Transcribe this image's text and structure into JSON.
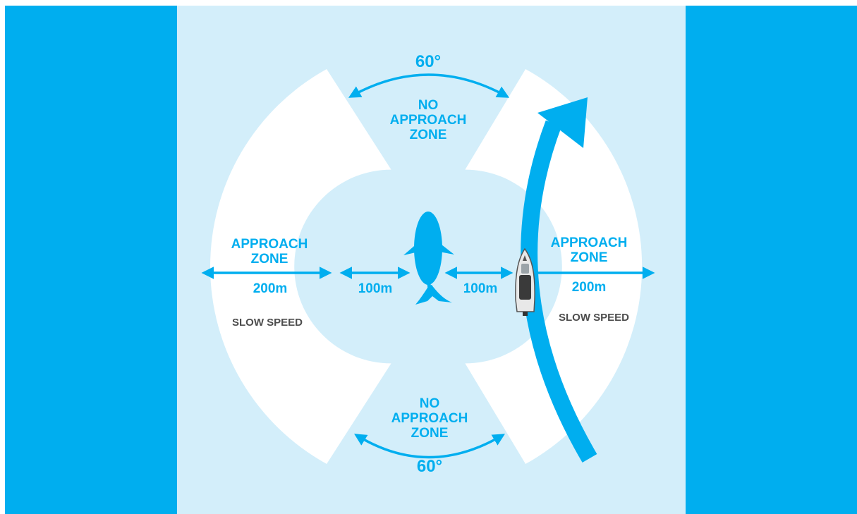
{
  "colors": {
    "accent": "#00AEEF",
    "water_light": "#D3EEFA",
    "zone_white": "#FFFFFF",
    "text_grey": "#4D4D4D"
  },
  "no_approach_top": {
    "angle": "60°",
    "line1": "NO",
    "line2": "APPROACH",
    "line3": "ZONE"
  },
  "no_approach_bottom": {
    "angle": "60°",
    "line1": "NO",
    "line2": "APPROACH",
    "line3": "ZONE"
  },
  "approach_left": {
    "line1": "APPROACH",
    "line2": "ZONE",
    "distance": "200m",
    "speed": "SLOW SPEED"
  },
  "approach_right": {
    "line1": "APPROACH",
    "line2": "ZONE",
    "distance": "200m",
    "speed": "SLOW SPEED"
  },
  "inner_left": {
    "distance": "100m"
  },
  "inner_right": {
    "distance": "100m"
  },
  "icons": {
    "whale": "whale-icon",
    "boat": "boat-icon",
    "path_arrow": "boat-path-arrow-icon"
  }
}
